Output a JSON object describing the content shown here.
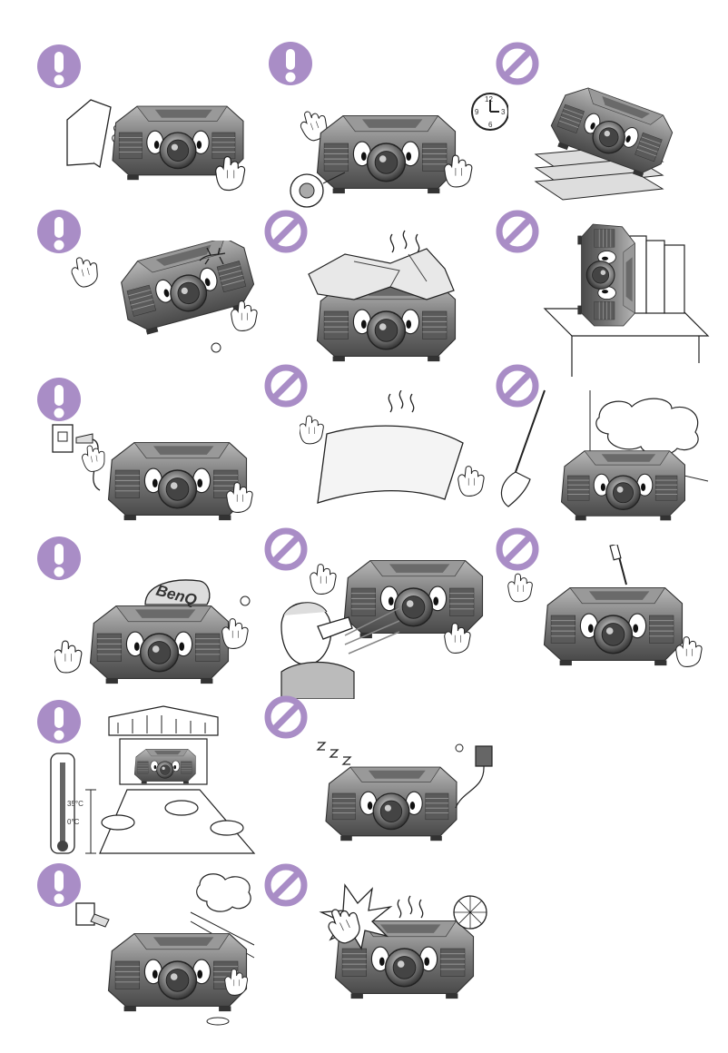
{
  "badge_color": "#a98dc6",
  "icons": {
    "mandatory": "exclamation-icon",
    "prohibition": "prohibition-icon"
  },
  "panels": [
    {
      "id": "p1",
      "badge": "mandatory"
    },
    {
      "id": "p2",
      "badge": "mandatory",
      "clock": {
        "n12": "12",
        "n3": "3",
        "n6": "6",
        "n9": "9"
      }
    },
    {
      "id": "p3",
      "badge": "prohibition"
    },
    {
      "id": "p4",
      "badge": "mandatory"
    },
    {
      "id": "p5",
      "badge": "prohibition"
    },
    {
      "id": "p6",
      "badge": "prohibition"
    },
    {
      "id": "p7",
      "badge": "mandatory"
    },
    {
      "id": "p8",
      "badge": "prohibition"
    },
    {
      "id": "p9",
      "badge": "prohibition"
    },
    {
      "id": "p10",
      "badge": "mandatory",
      "logo": "BenQ"
    },
    {
      "id": "p11",
      "badge": "prohibition"
    },
    {
      "id": "p12",
      "badge": "prohibition"
    },
    {
      "id": "p13",
      "badge": "mandatory",
      "thermo": {
        "high": "35°C",
        "low": "0°C"
      }
    },
    {
      "id": "p14",
      "badge": "prohibition"
    },
    {
      "id": "p15",
      "badge": "mandatory"
    },
    {
      "id": "p16",
      "badge": "prohibition"
    }
  ]
}
